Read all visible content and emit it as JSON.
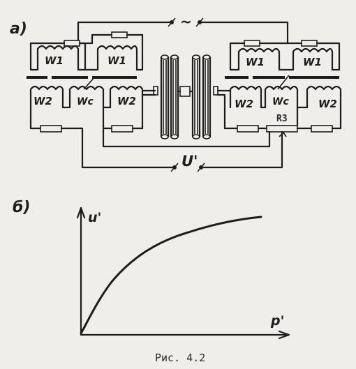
{
  "diagram_a": {
    "panel_label": "а)",
    "input_terminal_label": "~",
    "output_terminal_label": "U'",
    "winding_w1": "W1",
    "winding_w2": "W2",
    "winding_wc": "Wc",
    "resistor_r3": "R3"
  },
  "graph_b": {
    "panel_label": "б)",
    "y_axis_label": "u'",
    "x_axis_label": "p'"
  },
  "caption": "Рис. 4.2"
}
